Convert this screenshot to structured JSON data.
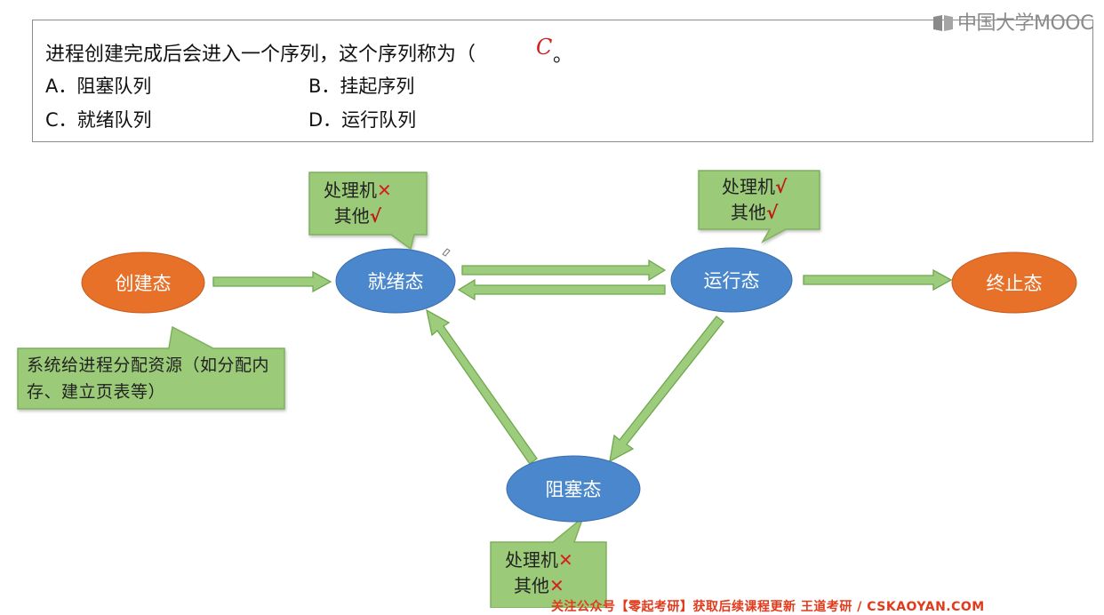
{
  "question": {
    "text": "进程创建完成后会进入一个序列，这个序列称为（",
    "handwritten_answer": "C",
    "closing": "。",
    "options": [
      {
        "label": "A．阻塞队列"
      },
      {
        "label": "B．挂起序列"
      },
      {
        "label": "C．就绪队列"
      },
      {
        "label": "D．运行队列"
      }
    ]
  },
  "logo": {
    "text": "中国大学MOOC"
  },
  "diagram": {
    "nodes": {
      "create": "创建态",
      "ready": "就绪态",
      "running": "运行态",
      "terminated": "终止态",
      "blocked": "阻塞态"
    },
    "callouts": {
      "ready": {
        "line1": "处理机",
        "mark1": "✕",
        "line2": "其他",
        "mark2": "√"
      },
      "running": {
        "line1": "处理机",
        "mark1": "√",
        "line2": "其他",
        "mark2": "√"
      },
      "blocked": {
        "line1": "处理机",
        "mark1": "✕",
        "line2": "其他",
        "mark2": "✕"
      }
    },
    "note": "系统给进程分配资源（如分配内存、建立页表等）",
    "colors": {
      "orange_node": "#e8712a",
      "blue_node": "#4a87cc",
      "arrow_fill": "#9dcc7d",
      "arrow_stroke": "#6ea84e",
      "callout_fill": "#9bcb78"
    }
  },
  "footer": {
    "text": "关注公众号【零起考研】获取后续课程更新   王道考研 / CSKAOYAN.COM"
  }
}
